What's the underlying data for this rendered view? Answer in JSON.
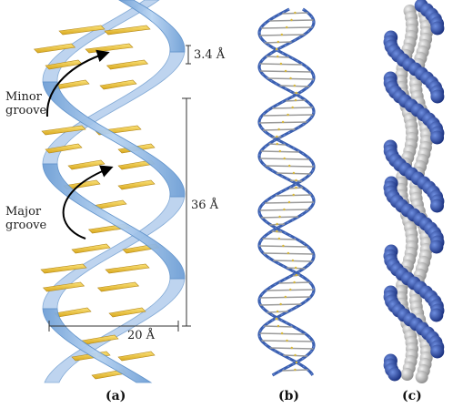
{
  "panel_a": {
    "caption": "(a)",
    "minor_groove_label": [
      "Minor",
      "groove"
    ],
    "major_groove_label": [
      "Major",
      "groove"
    ],
    "rise_label": "3.4 Å",
    "pitch_label": "36 Å",
    "diameter_label": "20 Å"
  },
  "panel_b": {
    "caption": "(b)"
  },
  "panel_c": {
    "caption": "(c)"
  },
  "colors": {
    "backbone_ribbon": "#8fb8e6",
    "backbone_edge": "#5b8fc9",
    "base_pair": "#e8c040",
    "stick_backbone": "#3a5fb0",
    "stick_base": "#9a9a9a",
    "sphere_backbone": "#1f3c9a",
    "sphere_base": "#c8c8c8",
    "sphere_accent": "#e0c23a"
  }
}
